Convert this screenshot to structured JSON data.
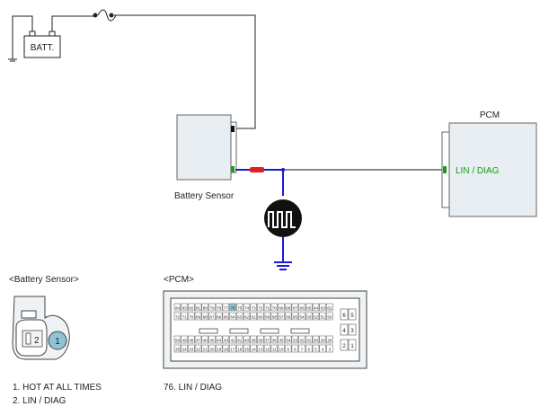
{
  "battery": {
    "label": "BATT."
  },
  "battery_sensor": {
    "label": "Battery Sensor"
  },
  "pcm": {
    "title": "PCM",
    "pin_label": "LIN / DIAG"
  },
  "connector_views": {
    "battery_sensor": {
      "heading": "<Battery Sensor>",
      "pins": [
        "1",
        "2"
      ],
      "legend": [
        "1. HOT AT ALL TIMES",
        "2. LIN / DIAG"
      ]
    },
    "pcm": {
      "heading": "<PCM>",
      "legend": [
        "76. LIN / DIAG"
      ],
      "row1": [
        "84",
        "83",
        "82",
        "81",
        "80",
        "79",
        "78",
        "77",
        "76",
        "75",
        "74",
        "73",
        "72",
        "71",
        "70",
        "69",
        "68",
        "67",
        "66",
        "65",
        "64",
        "63",
        "62"
      ],
      "row2": [
        "72",
        "71",
        "70",
        "69",
        "68",
        "67",
        "66",
        "65",
        "64",
        "63",
        "62",
        "61",
        "60",
        "59",
        "58",
        "57",
        "56",
        "55",
        "54",
        "53",
        "52",
        "51",
        "50"
      ],
      "row3": [
        "50",
        "49",
        "48",
        "47",
        "46",
        "45",
        "44",
        "43",
        "42",
        "41",
        "40",
        "39",
        "38",
        "37",
        "36",
        "35",
        "34",
        "33",
        "32",
        "31",
        "30",
        "29",
        "28"
      ],
      "row4": [
        "25",
        "24",
        "23",
        "22",
        "21",
        "20",
        "19",
        "18",
        "17",
        "16",
        "15",
        "14",
        "13",
        "12",
        "11",
        "10",
        "9",
        "8",
        "7",
        "6",
        "5",
        "4",
        "3"
      ],
      "side_pins": [
        "6",
        "5",
        "4",
        "3",
        "2",
        "1"
      ]
    }
  },
  "colors": {
    "wire": "#111111",
    "lin_wire": "#1a1add",
    "fuse_red": "#e02020",
    "ground": "#1a1add",
    "green_text": "#1a9a1a"
  }
}
